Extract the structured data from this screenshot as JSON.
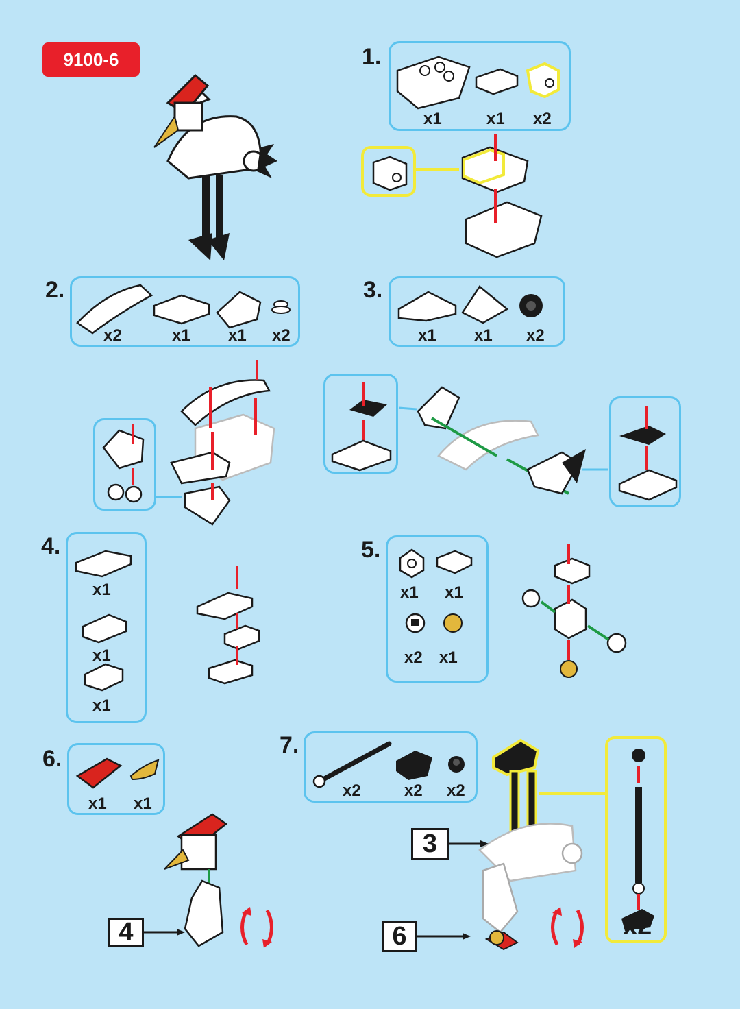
{
  "set_number": "9100-6",
  "steps": {
    "s1": {
      "number": "1.",
      "quantities": [
        "x1",
        "x1",
        "x2"
      ]
    },
    "s2": {
      "number": "2.",
      "quantities": [
        "x2",
        "x1",
        "x1",
        "x2"
      ]
    },
    "s3": {
      "number": "3.",
      "quantities": [
        "x1",
        "x1",
        "x2"
      ]
    },
    "s4": {
      "number": "4.",
      "quantities": [
        "x1",
        "x1",
        "x1"
      ]
    },
    "s5": {
      "number": "5.",
      "quantities": [
        "x1",
        "x1",
        "x2",
        "x1"
      ]
    },
    "s6": {
      "number": "6.",
      "quantities": [
        "x1",
        "x1"
      ]
    },
    "s7": {
      "number": "7.",
      "quantities": [
        "x2",
        "x2",
        "x2"
      ],
      "multiplier": "x2"
    }
  },
  "callouts": {
    "ref_step3": "3",
    "ref_step4": "4",
    "ref_step6": "6"
  },
  "colors": {
    "background": "#bde4f7",
    "box_border": "#5cc3ee",
    "highlight": "#f2ea3a",
    "arrow_red": "#e8202a",
    "arrow_green": "#1e9a45",
    "badge": "#e8202a",
    "brick_white": "#ffffff",
    "brick_black": "#1a1a1a",
    "brick_tan": "#e2b73c",
    "brick_red": "#d9241e"
  },
  "icons": [
    "rotate-icon",
    "bird-model-icon"
  ]
}
